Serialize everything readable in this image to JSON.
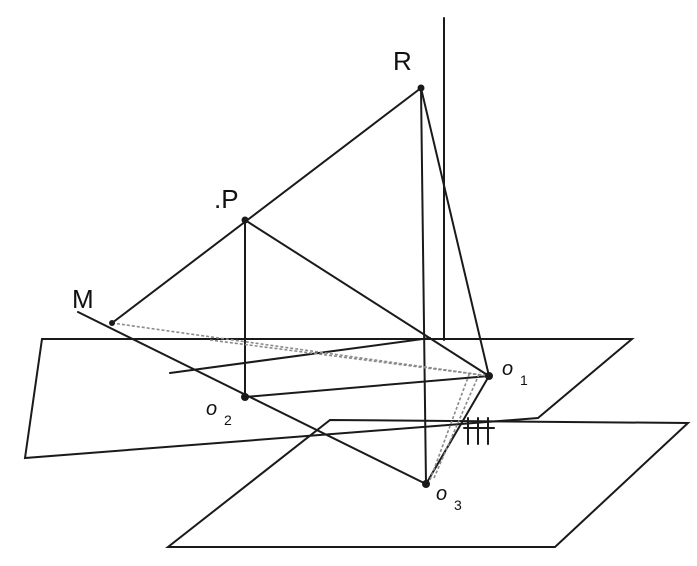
{
  "labels": {
    "R": "R",
    "P": ".P",
    "M": "M",
    "O1": "o",
    "O1_sub": "1",
    "O2": "o",
    "O2_sub": "2",
    "O3": "o",
    "O3_sub": "3"
  }
}
